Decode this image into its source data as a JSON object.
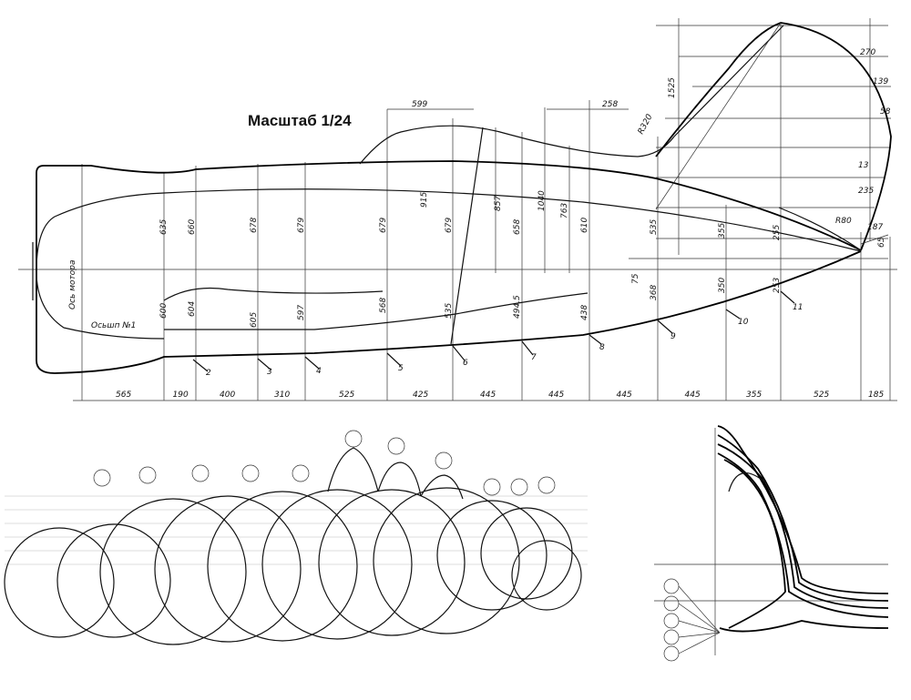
{
  "title": "Масштаб 1/24",
  "labels": {
    "engine_axis": "Ось мотора",
    "frame_one": "Осьшп №1",
    "radius_tail": "R320",
    "radius_tailcone": "R80"
  },
  "frames": [
    "2",
    "3",
    "4",
    "5",
    "6",
    "7",
    "8",
    "9",
    "10",
    "11"
  ],
  "bottom_spacing": [
    "565",
    "190",
    "400",
    "310",
    "525",
    "425",
    "445",
    "445",
    "445",
    "445",
    "355",
    "525",
    "185"
  ],
  "upper_heights": [
    "635",
    "660",
    "678",
    "679",
    "679",
    "915",
    "679",
    "857",
    "658",
    "1040",
    "763",
    "610",
    "535",
    "355",
    "255"
  ],
  "lower_heights": [
    "600",
    "604",
    "605",
    "597",
    "568",
    "535",
    "494.5",
    "438",
    "368",
    "350",
    "253",
    "75"
  ],
  "top_dims": [
    "599",
    "258",
    "1525"
  ],
  "fin_dims": [
    "270",
    "139",
    "58",
    "13",
    "235",
    "187",
    "65"
  ]
}
